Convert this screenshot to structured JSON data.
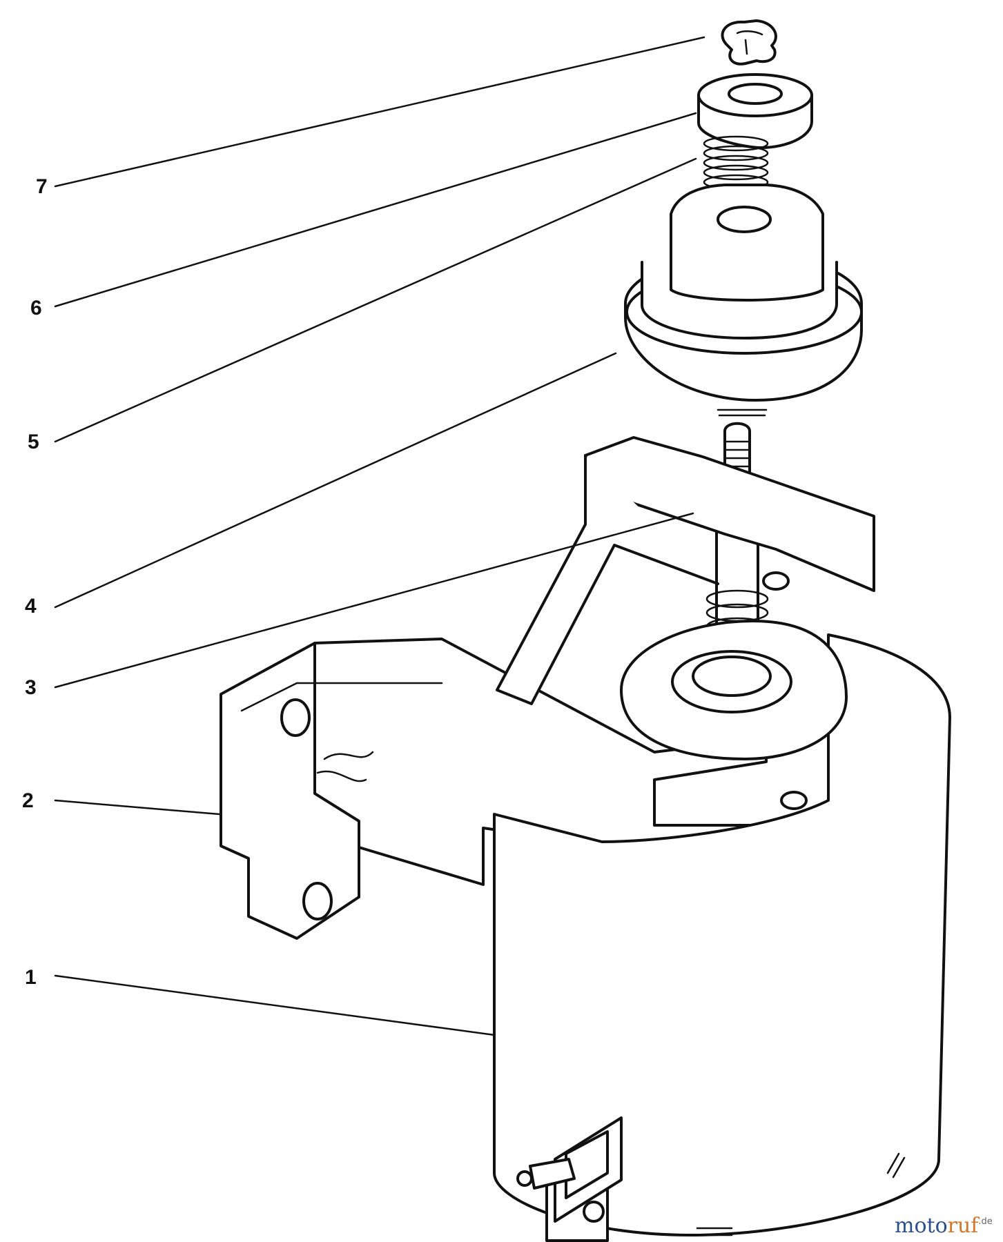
{
  "diagram": {
    "labels": [
      {
        "id": "7",
        "text": "7"
      },
      {
        "id": "6",
        "text": "6"
      },
      {
        "id": "5",
        "text": "5"
      },
      {
        "id": "4",
        "text": "4"
      },
      {
        "id": "3",
        "text": "3"
      },
      {
        "id": "2",
        "text": "2"
      },
      {
        "id": "1",
        "text": "1"
      }
    ]
  },
  "watermark": {
    "moto": "moto",
    "ruf": "ruf",
    "tld": ".de"
  }
}
